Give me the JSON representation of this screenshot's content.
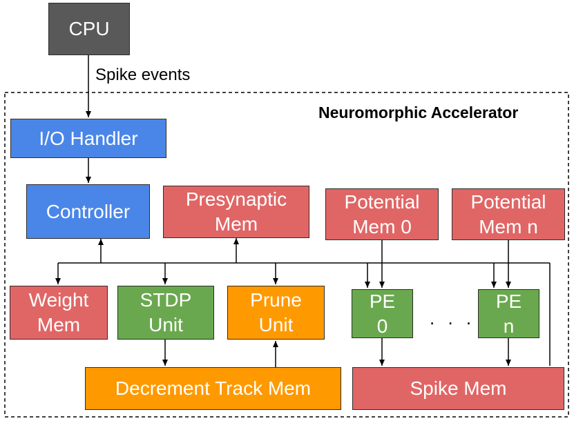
{
  "cpu": {
    "label": "CPU"
  },
  "edge_label": "Spike events",
  "accelerator": {
    "title": "Neuromorphic Accelerator"
  },
  "io_handler": {
    "label": "I/O Handler"
  },
  "controller": {
    "label": "Controller"
  },
  "presynaptic_mem": {
    "line1": "Presynaptic",
    "line2": "Mem"
  },
  "potential_mem_0": {
    "line1": "Potential",
    "line2": "Mem 0"
  },
  "potential_mem_n": {
    "line1": "Potential",
    "line2": "Mem n"
  },
  "weight_mem": {
    "line1": "Weight",
    "line2": "Mem"
  },
  "stdp_unit": {
    "line1": "STDP",
    "line2": "Unit"
  },
  "prune_unit": {
    "line1": "Prune",
    "line2": "Unit"
  },
  "pe_0": {
    "line1": "PE",
    "line2": "0"
  },
  "pe_n": {
    "line1": "PE",
    "line2": "n"
  },
  "ellipsis": ". . .",
  "decrement_track_mem": {
    "label": "Decrement Track Mem"
  },
  "spike_mem": {
    "label": "Spike Mem"
  },
  "colors": {
    "cpu": "#595959",
    "blue": "#4a86e8",
    "red": "#e06666",
    "green": "#6aa84f",
    "orange": "#ff9900"
  }
}
